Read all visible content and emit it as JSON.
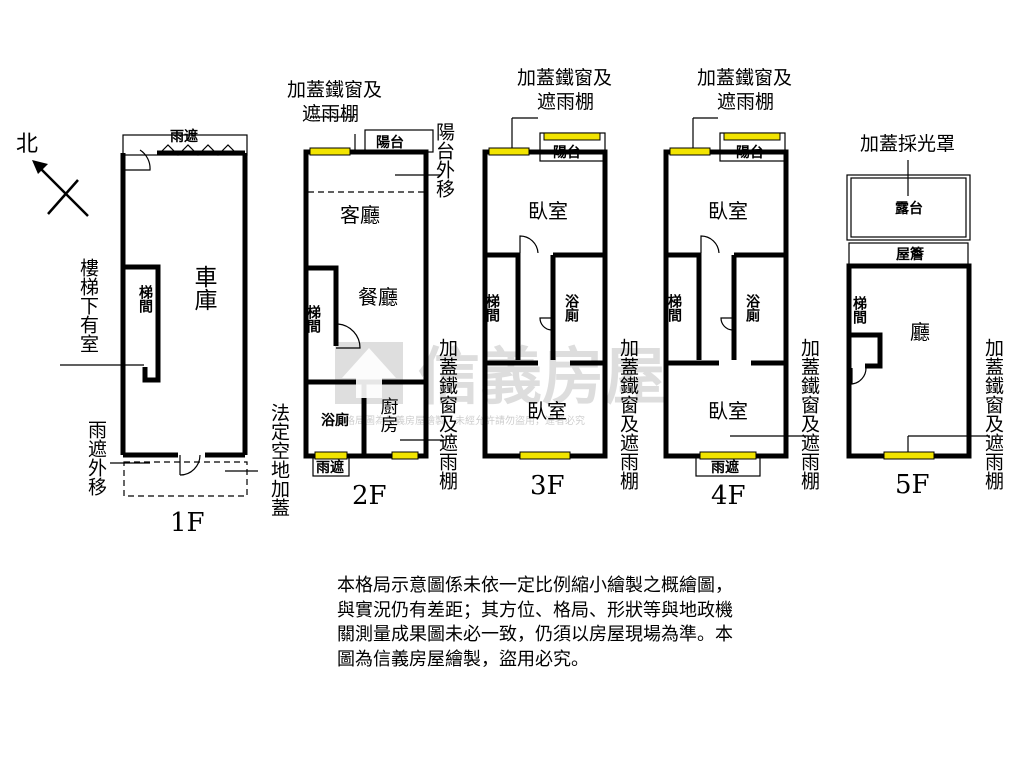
{
  "compass": {
    "north": "北"
  },
  "rooms": {
    "f1_garage": "車庫",
    "f1_stairs": "梯間",
    "f1_canopy": "雨遮",
    "f2_living": "客廳",
    "f2_dining": "餐廳",
    "f2_stairs": "梯間",
    "f2_bath": "浴廁",
    "f2_kitchen": "廚房",
    "f2_balcony": "陽台",
    "f2_canopy": "雨遮",
    "f3_bed_front": "臥室",
    "f3_bed_back": "臥室",
    "f3_stairs": "梯間",
    "f3_bath": "浴廁",
    "f3_balcony": "陽台",
    "f4_bed_front": "臥室",
    "f4_bed_back": "臥室",
    "f4_stairs": "梯間",
    "f4_bath": "浴廁",
    "f4_balcony": "陽台",
    "f4_canopy": "雨遮",
    "f5_terrace": "露台",
    "f5_eave": "屋簷",
    "f5_stairs": "梯間",
    "f5_hall": "廳"
  },
  "callouts": {
    "f1_under_stairs": "樓梯下有室",
    "f1_canopy_moved": "雨遮外移",
    "f1_legal_space": "法定空地加蓋",
    "f2_top": "加蓋鐵窗及遮雨棚",
    "f2_balcony_moved": "陽台外移",
    "f2_right": "加蓋鐵窗及遮雨棚",
    "f3_top": "加蓋鐵窗及遮雨棚",
    "f3_right": "加蓋鐵窗及遮雨棚",
    "f4_top": "加蓋鐵窗及遮雨棚",
    "f4_right": "加蓋鐵窗及遮雨棚",
    "f5_top": "加蓋採光罩",
    "f5_right": "加蓋鐵窗及遮雨棚"
  },
  "floors": {
    "f1": "1F",
    "f2": "2F",
    "f3": "3F",
    "f4": "4F",
    "f5": "5F"
  },
  "watermark": {
    "brand": "信義房屋",
    "fine_print": "格局圖為信義房屋繪製，未經允許請勿盜用，違者必究"
  },
  "notice": "本格局示意圖係未依一定比例縮小繪製之概繪圖，與實況仍有差距；其方位、格局、形狀等與地政機關測量成果圖未必一致，仍須以房屋現場為準。本圖為信義房屋繪製，盜用必究。",
  "colors": {
    "window": "#f2e400",
    "wall": "#000000",
    "watermark": "#9a9a9a"
  }
}
